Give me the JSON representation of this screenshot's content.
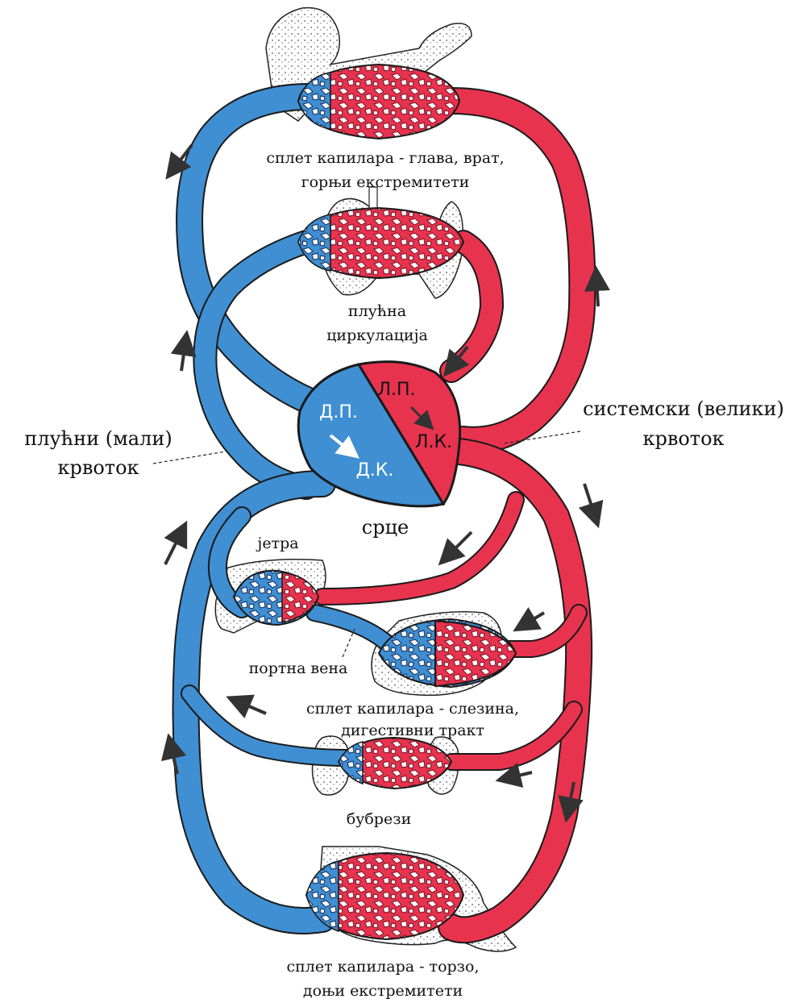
{
  "colors": {
    "venous": "#3f8fd2",
    "arterial": "#e8334f",
    "capillary": "#8a1a2a",
    "outline": "#1a1a1a",
    "organ": "#e8e8e8"
  },
  "labels": {
    "head_capillaries": [
      "сплет капилара - глава, врат,",
      "горњи екстремитети"
    ],
    "pulmonary": [
      "плућна",
      "циркулација"
    ],
    "pulmonary_circuit": [
      "плућни (мали)",
      "крвоток"
    ],
    "systemic_circuit": [
      "системски (велики)",
      "крвоток"
    ],
    "heart": "срце",
    "liver": "јетра",
    "portal_vein": "портна вена",
    "spleen_capillaries": [
      "сплет капилара - слезина,",
      "дигестивни тракт"
    ],
    "kidneys": "бубрези",
    "torso_capillaries": [
      "сплет капилара - торзо,",
      "доњи екстремитети"
    ],
    "right_atrium": "Д.П.",
    "right_ventricle": "Д.К.",
    "left_atrium": "Л.П.",
    "left_ventricle": "Л.К."
  }
}
